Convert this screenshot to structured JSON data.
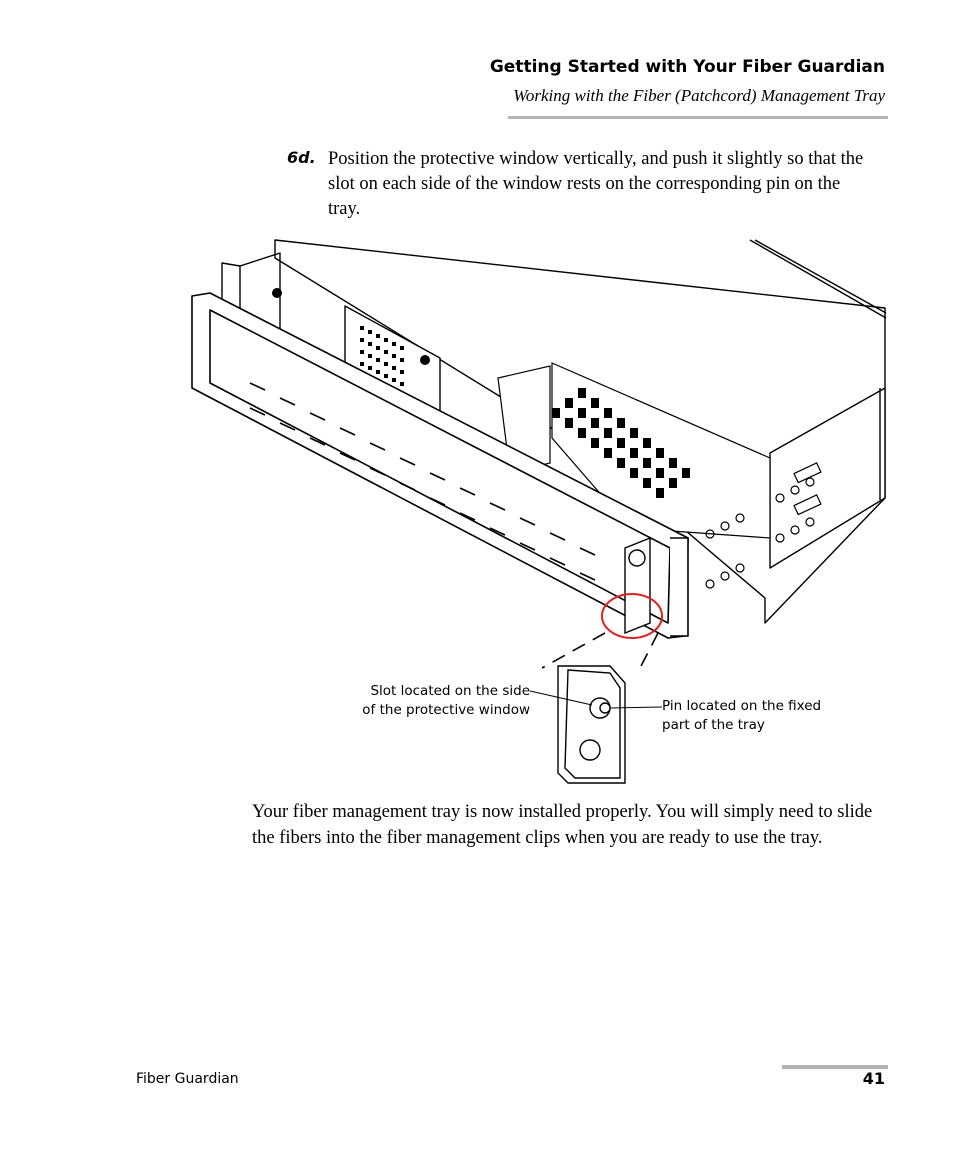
{
  "header": {
    "title": "Getting Started with Your Fiber Guardian",
    "subtitle": "Working with the Fiber (Patchcord) Management Tray"
  },
  "step": {
    "number": "6d.",
    "text": "Position the protective window vertically, and push it slightly so that the slot on each side of the window rests on the corresponding pin on the tray."
  },
  "figure": {
    "callouts": {
      "slot_line1": "Slot located on the side",
      "slot_line2": "of the protective window",
      "pin_line1": "Pin located on the fixed",
      "pin_line2": "part of the tray"
    },
    "highlight_color": "#e02020"
  },
  "body": {
    "paragraph": "Your fiber management tray is now installed properly. You will simply need to slide the fibers into the fiber management clips when you are ready to use the tray."
  },
  "footer": {
    "product": "Fiber Guardian",
    "page_number": "41"
  }
}
